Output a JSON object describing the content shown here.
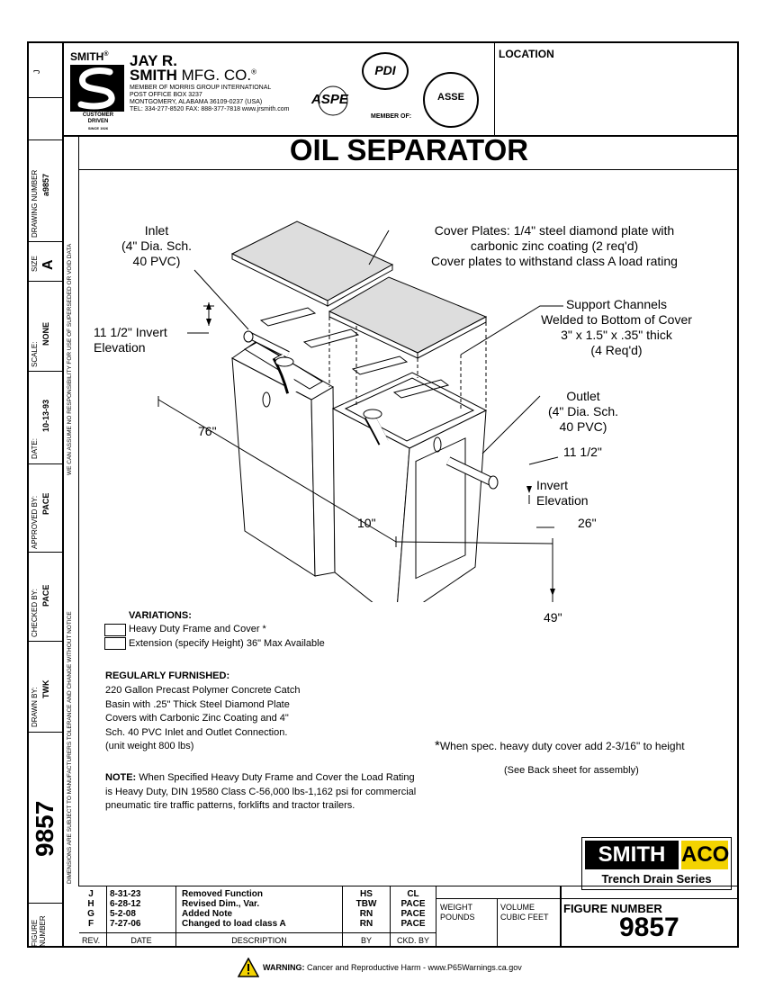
{
  "title": "OIL SEPARATOR",
  "header": {
    "smith_small": "SMITH",
    "reg": "®",
    "jay_r": "JAY R.",
    "smith_big": "SMITH",
    "mfg": "MFG. CO.",
    "member_line": "MEMBER OF MORRIS GROUP INTERNATIONAL",
    "po_box": "POST OFFICE BOX 3237",
    "city": "MONTGOMERY, ALABAMA 36109-0237 (USA)",
    "tel": "TEL: 334-277-8520   FAX: 888-377-7818   www.jrsmith.com",
    "customer": "CUSTOMER",
    "driven": "DRIVEN",
    "since": "SINCE 1926",
    "member_of": "MEMBER OF:",
    "aspe": "ASPE",
    "pdi": "PDI",
    "asse": "ASSE",
    "location_label": "LOCATION"
  },
  "sidebar": {
    "rev_letter": "J",
    "drawing_number_label": "DRAWING NUMBER",
    "drawing_number": "a9857",
    "size_label": "SIZE",
    "size": "A",
    "scale_label": "SCALE:",
    "scale": "NONE",
    "date_label": "DATE:",
    "date": "10-13-93",
    "approved_label": "APPROVED BY:",
    "approved": "PACE",
    "checked_label": "CHECKED BY:",
    "checked": "PACE",
    "drawn_label": "DRAWN BY:",
    "drawn": "TWK",
    "figure_big": "9857",
    "figure_label": "FIGURE NUMBER",
    "notice1": "WE CAN ASSUME NO RESPONSIBILITY FOR USE OF SUPERSEDED OR VOID DATA",
    "notice2": "DIMENSIONS ARE SUBJECT TO MANUFACTURERS TOLERANCE AND CHANGE WITHOUT NOTICE"
  },
  "callouts": {
    "inlet": [
      "Inlet",
      "(4\" Dia. Sch.",
      "40 PVC)"
    ],
    "cover_plates": [
      "Cover Plates: 1/4\" steel diamond plate with",
      "carbonic zinc coating (2 req'd)",
      "Cover plates to withstand class A load rating"
    ],
    "support": [
      "Support Channels",
      "Welded to Bottom of Cover",
      "3\" x 1.5\" x .35\" thick",
      "(4 Req'd)"
    ],
    "outlet": [
      "Outlet",
      "(4\" Dia. Sch.",
      "40 PVC)"
    ],
    "invert_left": [
      "11 1/2\" Invert",
      "Elevation"
    ],
    "invert_right_dim": "11 1/2\"",
    "invert_right": [
      "Invert",
      "Elevation"
    ],
    "dim_76": "76\"",
    "dim_10": "10\"",
    "dim_26": "26\"",
    "dim_49": "49\""
  },
  "variations": {
    "heading": "VARIATIONS:",
    "items": [
      "Heavy Duty Frame and Cover *",
      "Extension (specify Height) 36\" Max Available"
    ]
  },
  "furnished": {
    "heading": "REGULARLY FURNISHED:",
    "lines": [
      "220 Gallon Precast Polymer Concrete Catch",
      "Basin with .25\" Thick Steel Diamond Plate",
      "Covers with Carbonic Zinc Coating and 4\"",
      "Sch. 40 PVC Inlet and Outlet Connection.",
      "(unit weight 800 lbs)"
    ]
  },
  "spec_note": "When spec. heavy duty cover add 2-3/16\" to height",
  "spec_star": "*",
  "see_back": "(See Back sheet for assembly)",
  "note": {
    "label": "NOTE:",
    "line1": " When Specified Heavy Duty Frame and Cover the Load Rating",
    "line2": "is Heavy Duty, DIN 19580 Class C-56,000 lbs-1,162 psi for commercial",
    "line3": "pneumatic tire traffic patterns, forklifts and tractor trailers."
  },
  "brand": {
    "smith": "SMITH",
    "aco": "ACO",
    "series": "Trench Drain Series"
  },
  "revisions": {
    "rows": [
      {
        "rev": "J",
        "date": "8-31-23",
        "desc": "Removed Function",
        "by": "HS",
        "ckd": "CL"
      },
      {
        "rev": "H",
        "date": "6-28-12",
        "desc": "Revised Dim., Var.",
        "by": "TBW",
        "ckd": "PACE"
      },
      {
        "rev": "G",
        "date": "5-2-08",
        "desc": "Added Note",
        "by": "RN",
        "ckd": "PACE"
      },
      {
        "rev": "F",
        "date": "7-27-06",
        "desc": "Changed to load class A",
        "by": "RN",
        "ckd": "PACE"
      }
    ],
    "head_rev": "REV.",
    "head_date": "DATE",
    "head_desc": "DESCRIPTION",
    "head_by": "BY",
    "head_ckd": "CKD. BY"
  },
  "weight_label": "WEIGHT",
  "weight_unit": "POUNDS",
  "volume_label": "VOLUME",
  "volume_unit": "CUBIC FEET",
  "figure_label": "FIGURE NUMBER",
  "figure_number": "9857",
  "warning": {
    "label": "WARNING:",
    "text": " Cancer and Reproductive Harm - www.P65Warnings.ca.gov"
  }
}
